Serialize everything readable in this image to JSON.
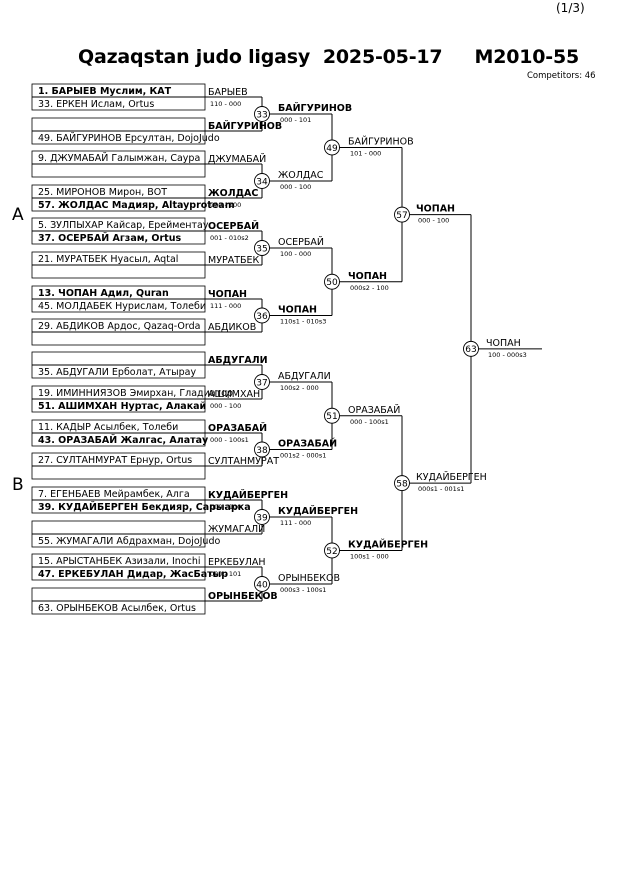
{
  "page_number": "(1/3)",
  "title": "Qazaqstan judo ligasy  2025-05-17     M2010-55",
  "competitors": "Competitors: 46",
  "pools": [
    "A",
    "B"
  ],
  "entries": [
    {
      "text": "1. БАРЫЕВ Муслим, КАТ",
      "bold": true
    },
    {
      "text": "33. ЕРКЕН Ислам, Ortus",
      "bold": false
    },
    {
      "text": "",
      "bold": false
    },
    {
      "text": "49. БАЙГУРИНОВ Ерсултан, DojoJudo",
      "bold": false
    },
    {
      "text": "9. ДЖУМАБАЙ Галымжан, Саура",
      "bold": false
    },
    {
      "text": "25. МИРОНОВ Мирон, ВОТ",
      "bold": false
    },
    {
      "text": "57. ЖОЛДАС Мадияр, Altayproteam",
      "bold": true
    },
    {
      "text": "5. ЗУЛПЫХАР Кайсар, Ерейментау",
      "bold": false
    },
    {
      "text": "37. ОСЕРБАЙ Агзам, Ortus",
      "bold": true
    },
    {
      "text": "21. МУРАТБЕК Нуасыл, Aqtal",
      "bold": false
    },
    {
      "text": "13. ЧОПАН Адил, Quran",
      "bold": true
    },
    {
      "text": "45. МОЛДАБЕК Нурислам, Толеби",
      "bold": false
    },
    {
      "text": "29. АБДИКОВ Ардос, Qazaq-Orda",
      "bold": false
    },
    {
      "text": "",
      "bold": false
    },
    {
      "text": "",
      "bold": false
    },
    {
      "text": "35. АБДУГАЛИ Ерболат, Атырау",
      "bold": false
    },
    {
      "text": "19. ИМИННИЯЗОВ Эмирхан, Гладиатор",
      "bold": false
    },
    {
      "text": "51. АШИМХАН Нуртас, Алакай",
      "bold": true
    },
    {
      "text": "11. КАДЫР Асылбек, Толеби",
      "bold": false
    },
    {
      "text": "43. ОРАЗАБАЙ Жалгас, Алатау",
      "bold": true
    },
    {
      "text": "27. СУЛТАНМУРАТ Ернур, Ortus",
      "bold": false
    },
    {
      "text": "7. ЕГЕНБАЕВ Мейрамбек, Алга",
      "bold": false
    },
    {
      "text": "39. КУДАЙБЕРГЕН Бекдияр, Сарыарка",
      "bold": true
    },
    {
      "text": "",
      "bold": false
    },
    {
      "text": "55. ЖУМАГАЛИ Абдрахман, DojoJudo",
      "bold": false
    },
    {
      "text": "15. АРЫСТАНБЕК Азизали, Inochi",
      "bold": false
    },
    {
      "text": "47. ЕРКЕБУЛАН Дидар, ЖасБатыр",
      "bold": true
    },
    {
      "text": "",
      "bold": false
    },
    {
      "text": "63. ОРЫНБЕКОВ Асылбек, Ortus",
      "bold": false
    }
  ],
  "prelim_winners": [
    {
      "name": "БАРЫЕВ",
      "score": "110 - 000",
      "bold": false
    },
    {
      "name": "БАЙГУРИНОВ",
      "score": "",
      "bold": true
    },
    {
      "name": "ДЖУМАБАЙ",
      "score": "",
      "bold": false
    },
    {
      "name": "ЖОЛДАС",
      "score": "000 - 100",
      "bold": true
    },
    {
      "name": "ОСЕРБАЙ",
      "score": "001 - 010s2",
      "bold": true
    },
    {
      "name": "МУРАТБЕК",
      "score": "",
      "bold": false
    },
    {
      "name": "ЧОПАН",
      "score": "111 - 000",
      "bold": true
    },
    {
      "name": "АБДИКОВ",
      "score": "",
      "bold": false
    },
    {
      "name": "АБДУГАЛИ",
      "score": "",
      "bold": true
    },
    {
      "name": "АШИМХАН",
      "score": "000 - 100",
      "bold": false
    },
    {
      "name": "ОРАЗАБАЙ",
      "score": "000 - 100s1",
      "bold": true
    },
    {
      "name": "СУЛТАНМУРАТ",
      "score": "",
      "bold": false
    },
    {
      "name": "КУДАЙБЕРГЕН",
      "score": "000 - 100",
      "bold": true
    },
    {
      "name": "ЖУМАГАЛИ",
      "score": "",
      "bold": false
    },
    {
      "name": "ЕРКЕБУЛАН",
      "score": "000 - 101",
      "bold": false
    },
    {
      "name": "ОРЫНБЕКОВ",
      "score": "",
      "bold": true
    }
  ],
  "round2": [
    {
      "match": "33",
      "name": "БАЙГУРИНОВ",
      "score": "000 - 101",
      "bold": true
    },
    {
      "match": "34",
      "name": "ЖОЛДАС",
      "score": "000 - 100",
      "bold": false
    },
    {
      "match": "35",
      "name": "ОСЕРБАЙ",
      "score": "100 - 000",
      "bold": false
    },
    {
      "match": "36",
      "name": "ЧОПАН",
      "score": "110s1 - 010s3",
      "bold": true
    },
    {
      "match": "37",
      "name": "АБДУГАЛИ",
      "score": "100s2 - 000",
      "bold": false
    },
    {
      "match": "38",
      "name": "ОРАЗАБАЙ",
      "score": "001s2 - 000s1",
      "bold": true
    },
    {
      "match": "39",
      "name": "КУДАЙБЕРГЕН",
      "score": "111 - 000",
      "bold": true
    },
    {
      "match": "40",
      "name": "ОРЫНБЕКОВ",
      "score": "000s3 - 100s1",
      "bold": false
    }
  ],
  "round3": [
    {
      "match": "49",
      "name": "БАЙГУРИНОВ",
      "score": "101 - 000",
      "bold": false
    },
    {
      "match": "50",
      "name": "ЧОПАН",
      "score": "000s2 - 100",
      "bold": true
    },
    {
      "match": "51",
      "name": "ОРАЗАБАЙ",
      "score": "000 - 100s1",
      "bold": false
    },
    {
      "match": "52",
      "name": "КУДАЙБЕРГЕН",
      "score": "100s1 - 000",
      "bold": true
    }
  ],
  "round4": [
    {
      "match": "57",
      "name": "ЧОПАН",
      "score": "000 - 100",
      "bold": true
    },
    {
      "match": "58",
      "name": "КУДАЙБЕРГЕН",
      "score": "000s1 - 001s1",
      "bold": false
    }
  ],
  "final": {
    "match": "63",
    "name": "ЧОПАН",
    "score": "100 - 000s3",
    "bold": false
  }
}
